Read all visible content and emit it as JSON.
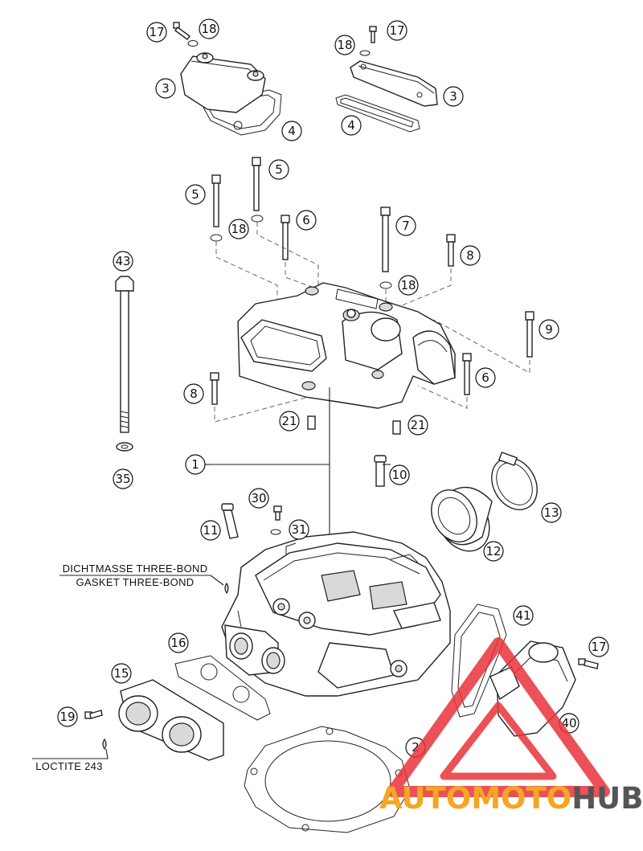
{
  "callouts": [
    {
      "id": "c17a",
      "num": "17"
    },
    {
      "id": "c18a",
      "num": "18"
    },
    {
      "id": "c3a",
      "num": "3"
    },
    {
      "id": "c4a",
      "num": "4"
    },
    {
      "id": "c18b",
      "num": "18"
    },
    {
      "id": "c17b",
      "num": "17"
    },
    {
      "id": "c3b",
      "num": "3"
    },
    {
      "id": "c4b",
      "num": "4"
    },
    {
      "id": "c5a",
      "num": "5"
    },
    {
      "id": "c5b",
      "num": "5"
    },
    {
      "id": "c18c",
      "num": "18"
    },
    {
      "id": "c6a",
      "num": "6"
    },
    {
      "id": "c7",
      "num": "7"
    },
    {
      "id": "c8a",
      "num": "8"
    },
    {
      "id": "c18d",
      "num": "18"
    },
    {
      "id": "c43",
      "num": "43"
    },
    {
      "id": "c9",
      "num": "9"
    },
    {
      "id": "c6b",
      "num": "6"
    },
    {
      "id": "c8b",
      "num": "8"
    },
    {
      "id": "c21a",
      "num": "21"
    },
    {
      "id": "c21b",
      "num": "21"
    },
    {
      "id": "c35",
      "num": "35"
    },
    {
      "id": "c1",
      "num": "1"
    },
    {
      "id": "c10",
      "num": "10"
    },
    {
      "id": "c13",
      "num": "13"
    },
    {
      "id": "c30",
      "num": "30"
    },
    {
      "id": "c11",
      "num": "11"
    },
    {
      "id": "c31",
      "num": "31"
    },
    {
      "id": "c12",
      "num": "12"
    },
    {
      "id": "c41",
      "num": "41"
    },
    {
      "id": "c16",
      "num": "16"
    },
    {
      "id": "c15",
      "num": "15"
    },
    {
      "id": "c17c",
      "num": "17"
    },
    {
      "id": "c19",
      "num": "19"
    },
    {
      "id": "c40",
      "num": "40"
    },
    {
      "id": "c2",
      "num": "2"
    }
  ],
  "notes": {
    "sealant_de": "DICHTMASSE THREE-BOND",
    "sealant_en": "GASKET THREE-BOND",
    "loctite": "LOCTITE 243"
  },
  "watermark": {
    "part1": "AUTOMOTO",
    "part2": "HUB",
    "color_red": "#e8333a",
    "color_orange": "#f5a623",
    "color_grey": "#555555"
  }
}
